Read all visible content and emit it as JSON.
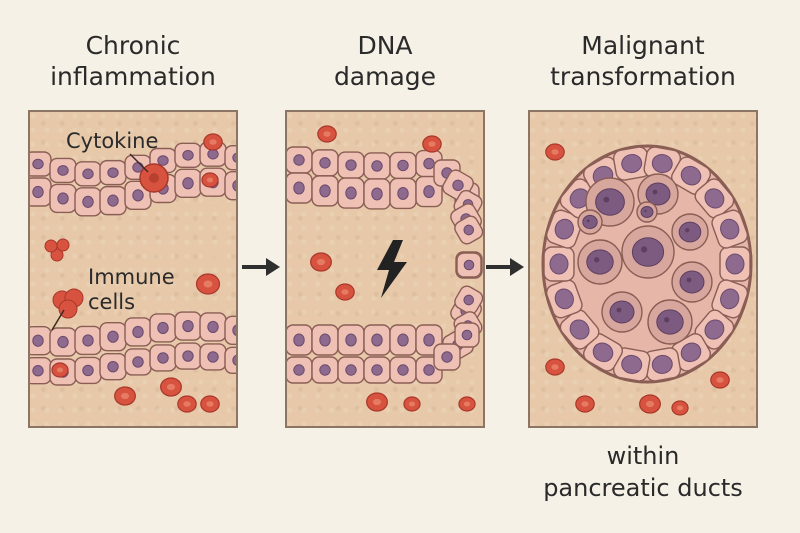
{
  "stages": [
    {
      "title_line1": "Chronic",
      "title_line2": "inflammation"
    },
    {
      "title_line1": "DNA",
      "title_line2": "damage"
    },
    {
      "title_line1": "Malignant",
      "title_line2": "transformation"
    }
  ],
  "labels": {
    "cytokine": "Cytokine",
    "immune_line1": "Immune",
    "immune_line2": "cells"
  },
  "footer": {
    "line1": "within",
    "line2": "pancreatic ducts"
  },
  "colors": {
    "background": "#f6f1e6",
    "tissue": "#e7c9a9",
    "cell_fill": "#efc0b4",
    "cell_stroke": "#8a5e55",
    "nucleus": "#8e6a8f",
    "red_cell": "#d8533f",
    "arrow": "#2f2f2f"
  },
  "icons": {
    "damage": "lightning-bolt-icon",
    "flow": "right-arrow-icon"
  }
}
